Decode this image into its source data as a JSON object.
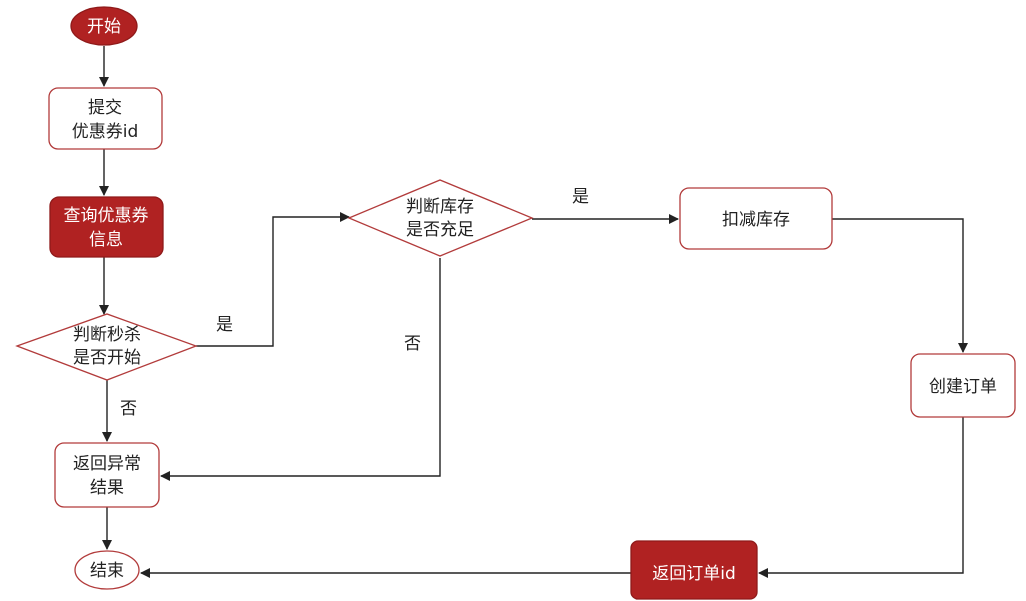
{
  "diagram": {
    "nodes": {
      "start": {
        "lines": [
          "开始"
        ]
      },
      "submit": {
        "lines": [
          "提交",
          "优惠券id"
        ]
      },
      "query": {
        "lines": [
          "查询优惠券",
          "信息"
        ]
      },
      "check_start": {
        "lines": [
          "判断秒杀",
          "是否开始"
        ]
      },
      "check_stock": {
        "lines": [
          "判断库存",
          "是否充足"
        ]
      },
      "deduct": {
        "lines": [
          "扣减库存"
        ]
      },
      "create_order": {
        "lines": [
          "创建订单"
        ]
      },
      "return_error": {
        "lines": [
          "返回异常",
          "结果"
        ]
      },
      "return_order": {
        "lines": [
          "返回订单id"
        ]
      },
      "end": {
        "lines": [
          "结束"
        ]
      }
    },
    "edge_labels": {
      "start_yes": "是",
      "start_no": "否",
      "stock_yes": "是",
      "stock_no": "否"
    }
  }
}
